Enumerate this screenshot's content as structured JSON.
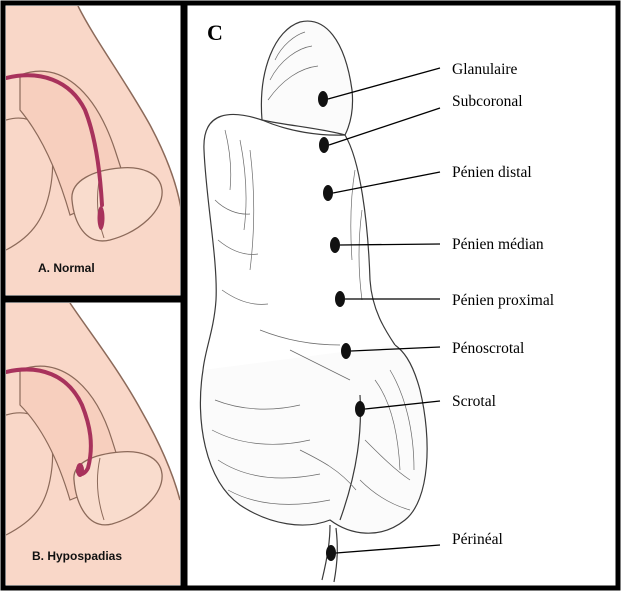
{
  "panels": {
    "a": {
      "label": "A. Normal"
    },
    "b": {
      "label": "B. Hypospadias"
    },
    "c": {
      "letter": "C",
      "sites": [
        {
          "label": "Glanulaire"
        },
        {
          "label": "Subcoronal"
        },
        {
          "label": "Pénien distal"
        },
        {
          "label": "Pénien médian"
        },
        {
          "label": "Pénien proximal"
        },
        {
          "label": "Pénoscrotal"
        },
        {
          "label": "Scrotal"
        },
        {
          "label": "Périnéal"
        }
      ]
    }
  },
  "colors": {
    "skin": "#f9d7c8",
    "skin_edge": "#8c6a5a",
    "urethra": "#a8325c",
    "frame": "#000000",
    "sketch": "#3a3a3a",
    "meatus": "#111111"
  }
}
